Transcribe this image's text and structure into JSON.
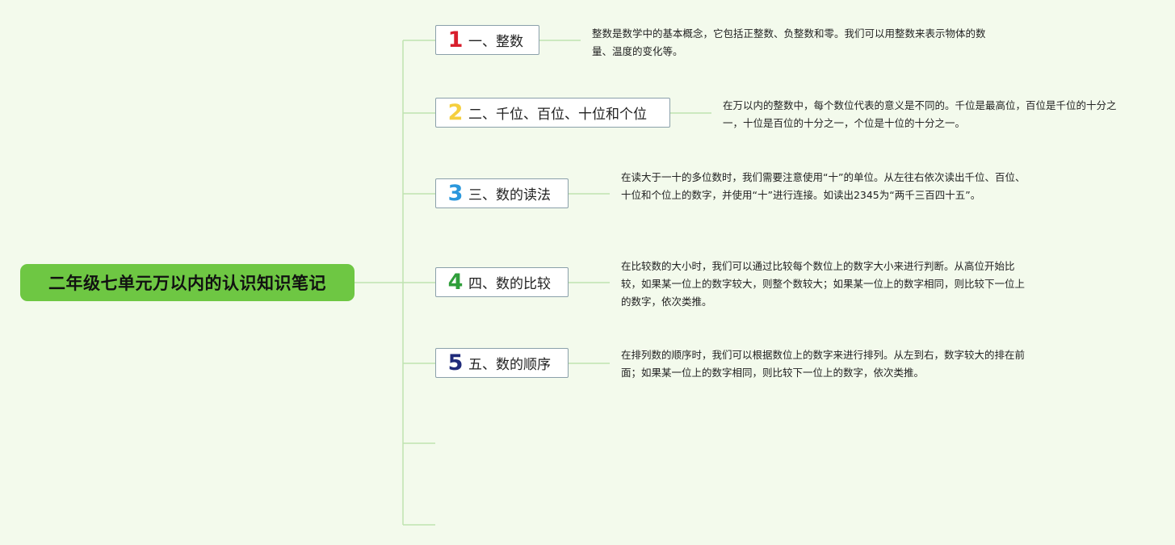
{
  "root": {
    "label": "二年级七单元万以内的认识知识笔记"
  },
  "topics": [
    {
      "number": "1",
      "number_color": "#d81e2c",
      "label": "一、整数",
      "note": "整数是数学中的基本概念，它包括正整数、负整数和零。我们可以用整数来表示物体的数量、温度的变化等。"
    },
    {
      "number": "2",
      "number_color": "#f5cf3e",
      "label": "二、千位、百位、十位和个位",
      "note": "在万以内的整数中，每个数位代表的意义是不同的。千位是最高位，百位是千位的十分之一，十位是百位的十分之一，个位是十位的十分之一。"
    },
    {
      "number": "3",
      "number_color": "#2a97dc",
      "label": "三、数的读法",
      "note": "在读大于一十的多位数时，我们需要注意使用“十”的单位。从左往右依次读出千位、百位、十位和个位上的数字，并使用“十”进行连接。如读出2345为“两千三百四十五”。"
    },
    {
      "number": "4",
      "number_color": "#2f9e3a",
      "label": "四、数的比较",
      "note": "在比较数的大小时，我们可以通过比较每个数位上的数字大小来进行判断。从高位开始比较，如果某一位上的数字较大，则整个数较大；如果某一位上的数字相同，则比较下一位上的数字，依次类推。"
    },
    {
      "number": "5",
      "number_color": "#1f2a7a",
      "label": "五、数的顺序",
      "note": "在排列数的顺序时，我们可以根据数位上的数字来进行排列。从左到右，数字较大的排在前面；如果某一位上的数字相同，则比较下一位上的数字，依次类推。"
    }
  ],
  "colors": {
    "line": "#bfe3b0",
    "background": "#f3faec",
    "root_fill": "#6ec743"
  }
}
